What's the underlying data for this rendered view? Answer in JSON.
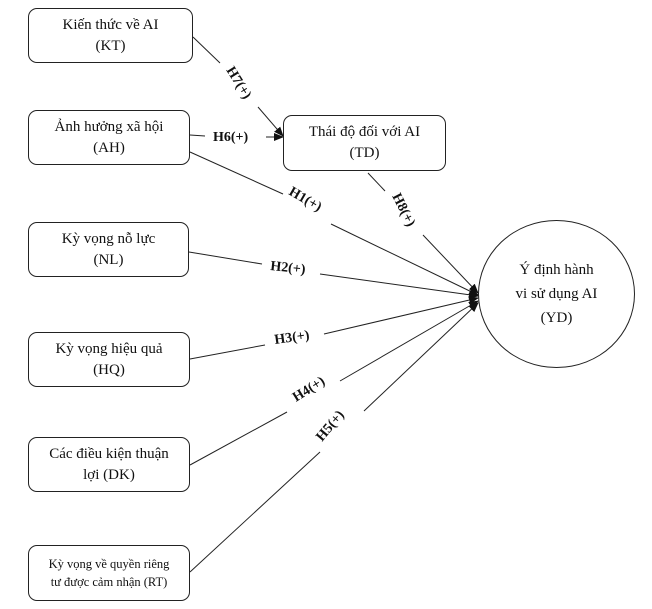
{
  "constructs": {
    "KT": {
      "line1": "Kiến thức về AI",
      "line2": "(KT)"
    },
    "AH": {
      "line1": "Ảnh hưởng xã hội",
      "line2": "(AH)"
    },
    "TD": {
      "line1": "Thái độ đối với AI",
      "line2": "(TD)"
    },
    "NL": {
      "line1": "Kỳ vọng nỗ lực",
      "line2": "(NL)"
    },
    "HQ": {
      "line1": "Kỳ vọng hiệu quả",
      "line2": "(HQ)"
    },
    "DK": {
      "line1": "Các điều kiện thuận",
      "line2": "lợi (DK)"
    },
    "RT": {
      "line1": "Kỳ vọng về quyền riêng",
      "line2": "tư được cảm nhận (RT)"
    },
    "YD": {
      "line1": "Ý định hành",
      "line2": "vi sử dụng AI",
      "line3": "(YD)"
    }
  },
  "hypotheses": [
    {
      "id": "H1",
      "label": "H1(+)",
      "from": "AH",
      "to": "YD"
    },
    {
      "id": "H2",
      "label": "H2(+)",
      "from": "NL",
      "to": "YD"
    },
    {
      "id": "H3",
      "label": "H3(+)",
      "from": "HQ",
      "to": "YD"
    },
    {
      "id": "H4",
      "label": "H4(+)",
      "from": "DK",
      "to": "YD"
    },
    {
      "id": "H5",
      "label": "H5(+)",
      "from": "RT",
      "to": "YD"
    },
    {
      "id": "H6",
      "label": "H6(+)",
      "from": "AH",
      "to": "TD"
    },
    {
      "id": "H7",
      "label": "H7(+)",
      "from": "KT",
      "to": "TD"
    },
    {
      "id": "H8",
      "label": "H8(+)",
      "from": "TD",
      "to": "YD"
    }
  ]
}
